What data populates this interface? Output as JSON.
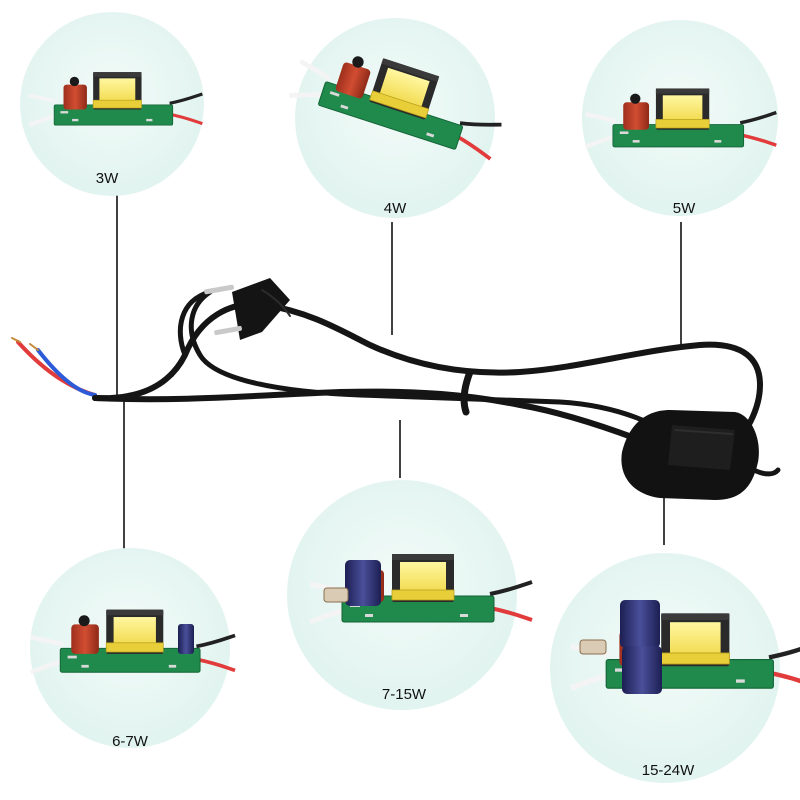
{
  "colors": {
    "circle_bg": "#e6f6f2",
    "pcb": "#1f8a4c",
    "transformer_core": "#2a2a2a",
    "coil": "#fff06a",
    "capacitor_red": "#c2412a",
    "electrolytic": "#2c2f6e",
    "cable": "#151515",
    "wire_red": "#e23b3b",
    "wire_white": "#f4f4f4",
    "wire_blue": "#2d5bd8"
  },
  "drivers": [
    {
      "id": "3w",
      "label": "3W",
      "icon": "led-driver-board"
    },
    {
      "id": "4w",
      "label": "4W",
      "icon": "led-driver-board"
    },
    {
      "id": "5w",
      "label": "5W",
      "icon": "led-driver-board"
    },
    {
      "id": "6-7w",
      "label": "6-7W",
      "icon": "led-driver-board"
    },
    {
      "id": "7-15w",
      "label": "7-15W",
      "icon": "led-driver-board"
    },
    {
      "id": "15-24w",
      "label": "15-24W",
      "icon": "led-driver-board"
    }
  ],
  "cable": {
    "icon": "eu-plug-cable-with-switch"
  }
}
